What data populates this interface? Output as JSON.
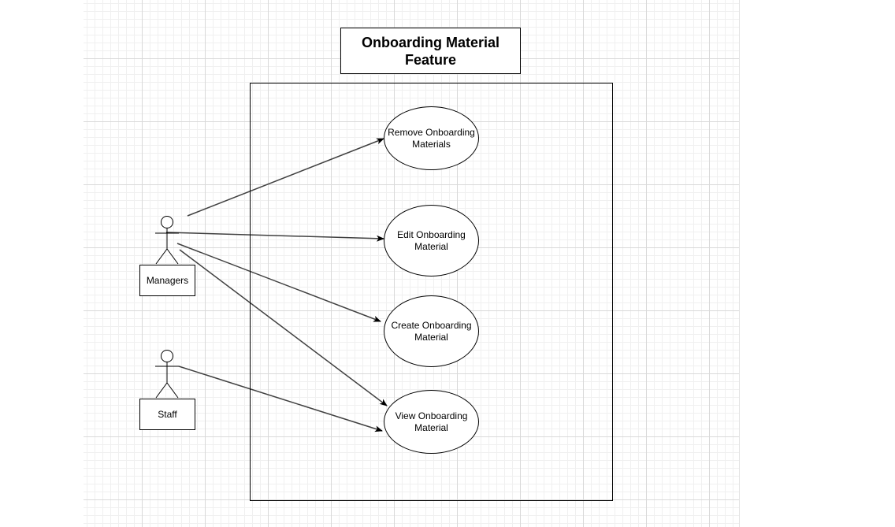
{
  "title": "Onboarding Material Feature",
  "actors": [
    {
      "id": "managers",
      "label": "Managers"
    },
    {
      "id": "staff",
      "label": "Staff"
    }
  ],
  "use_cases": [
    {
      "id": "remove",
      "label": "Remove Onboarding Materials"
    },
    {
      "id": "edit",
      "label": "Edit Onboarding Material"
    },
    {
      "id": "create",
      "label": "Create Onboarding Material"
    },
    {
      "id": "view",
      "label": "View Onboarding Material"
    }
  ],
  "associations": [
    {
      "from": "managers",
      "to": "remove"
    },
    {
      "from": "managers",
      "to": "edit"
    },
    {
      "from": "managers",
      "to": "create"
    },
    {
      "from": "managers",
      "to": "view"
    },
    {
      "from": "staff",
      "to": "view"
    }
  ],
  "colors": {
    "line": "#404040",
    "border": "#000000",
    "grid": "#d9d9d9"
  }
}
